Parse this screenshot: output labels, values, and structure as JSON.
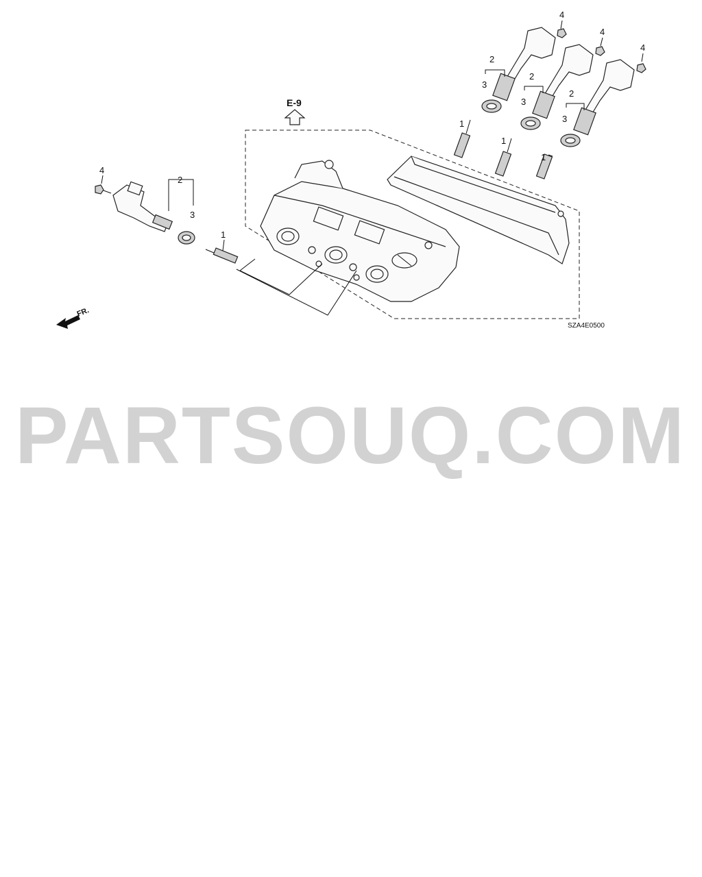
{
  "diagram": {
    "reference": "E-9",
    "drawing_code": "SZA4E0500",
    "direction_label": "FR.",
    "watermark": "PARTSOUQ.COM",
    "callouts": {
      "spark_plug": "1",
      "ignition_coil": "2",
      "coil_seal": "3",
      "bolt": "4"
    }
  }
}
